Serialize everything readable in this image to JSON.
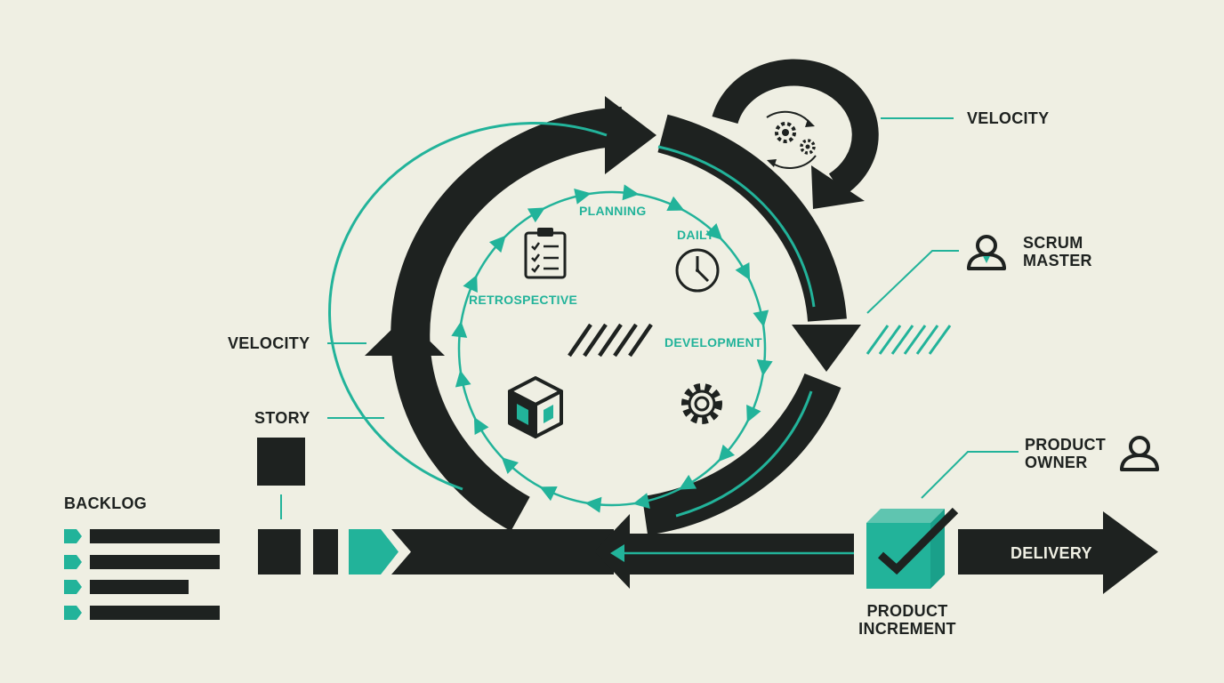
{
  "colors": {
    "background": "#efefe3",
    "dark": "#1e2220",
    "accent": "#22b39a"
  },
  "labels": {
    "velocity_top": "VELOCITY",
    "scrum_master": "SCRUM\nMASTER",
    "velocity_left": "VELOCITY",
    "story": "STORY",
    "backlog": "BACKLOG",
    "product_owner": "PRODUCT\nOWNER",
    "delivery": "DELIVERY",
    "product_increment": "PRODUCT\nINCREMENT"
  },
  "cycle": {
    "planning": "PLANNING",
    "daily": "DAILY",
    "retrospective": "RETROSPECTIVE",
    "development": "DEVELOPMENT"
  },
  "icons": [
    "gears-refresh-icon",
    "clipboard-checklist-icon",
    "clock-icon",
    "cube-icon",
    "gear-icon",
    "person-icon",
    "checkmark-box-icon",
    "hatch-pattern-icon"
  ]
}
